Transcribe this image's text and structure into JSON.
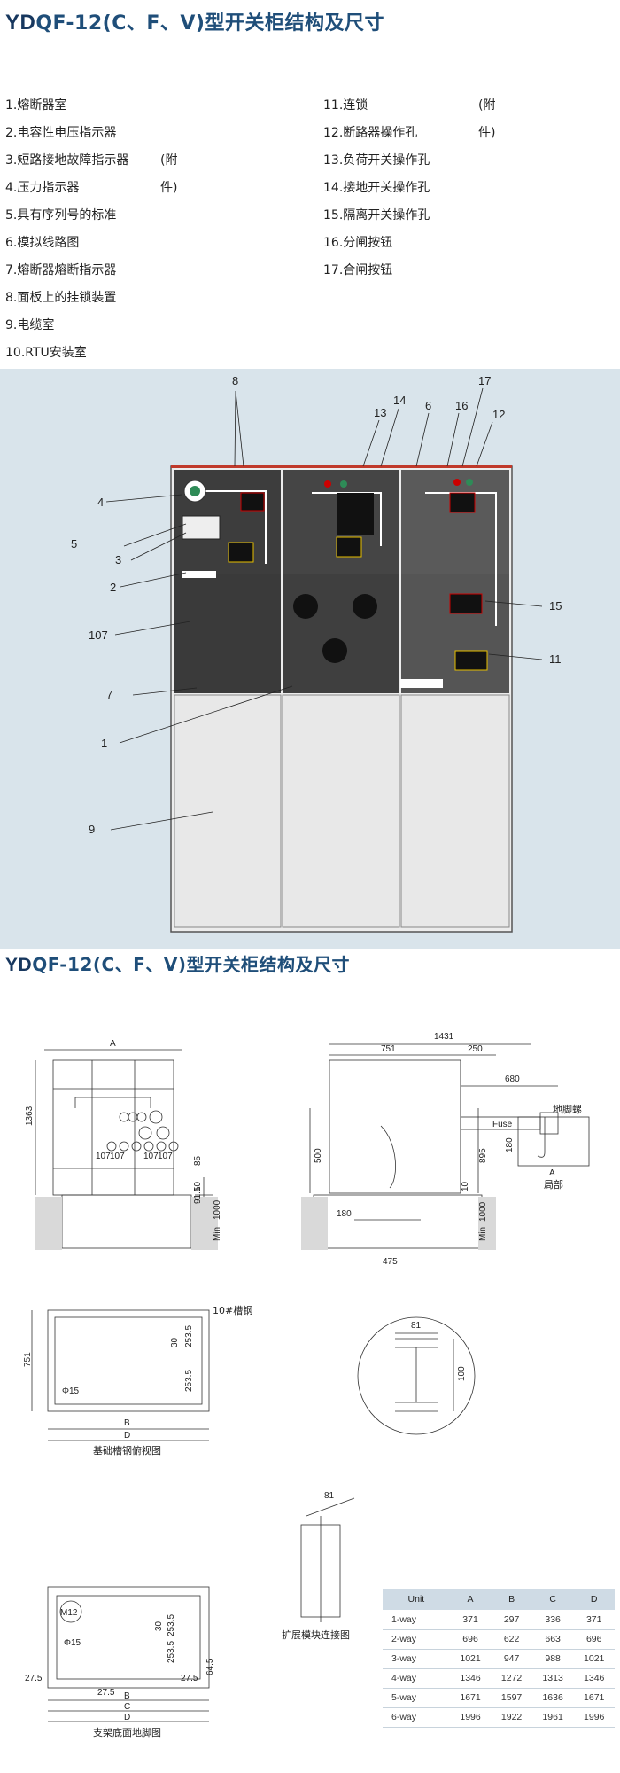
{
  "page": {
    "title_prefix": "YD",
    "title_rest": "QF-12(C、F、V)型开关柜结构及尺寸"
  },
  "legend": {
    "left": [
      "1.熔断器室",
      "2.电容性电压指示器",
      "3.短路接地故障指示器",
      "4.压力指示器",
      "5.具有序列号的标准",
      "6.模拟线路图",
      "7.熔断器熔断指示器",
      "8.面板上的挂锁装置",
      "9.电缆室",
      "10.RTU安装室"
    ],
    "left_extra": "(附件)",
    "right": [
      "11.连锁",
      "12.断路器操作孔",
      "13.负荷开关操作孔",
      "14.接地开关操作孔",
      "15.隔离开关操作孔",
      "16.分闸按钮",
      "17.合闸按钮"
    ],
    "right_extra": "(附件)"
  },
  "callouts": [
    "8",
    "14",
    "13",
    "6",
    "16",
    "17",
    "12",
    "4",
    "5",
    "3",
    "2",
    "107",
    "7",
    "1",
    "9",
    "15",
    "11"
  ],
  "drawings": {
    "front": {
      "A": "A",
      "d1363": "1363",
      "d107a": "107",
      "d107b": "107",
      "d107c": "107",
      "d107d": "107",
      "d85": "85",
      "d10": "10",
      "d915": "91.5",
      "min": "Min",
      "d1000": "1000"
    },
    "side": {
      "d1431": "1431",
      "d751": "751",
      "d250": "250",
      "d680": "680",
      "fuse": "Fuse",
      "d180": "180",
      "d500": "500",
      "d895": "895",
      "d10": "10",
      "min": "Min",
      "d1000": "1000",
      "d475": "475"
    },
    "detail": {
      "label": "地脚螺",
      "d180": "180",
      "A": "A",
      "caption": "局部"
    },
    "base_top": {
      "channel": "10#槽钢",
      "d751": "751",
      "d30": "30",
      "d2535a": "253.5",
      "d2535b": "253.5",
      "phi": "Φ15",
      "B": "B",
      "D": "D",
      "caption": "基础槽钢俯视图"
    },
    "ibeam": {
      "d81": "81",
      "d100": "100"
    },
    "ext": {
      "d81": "81",
      "caption": "扩展模块连接图"
    },
    "base_bottom": {
      "m12": "M12",
      "d30": "30",
      "phi": "Φ15",
      "d2535a": "253.5",
      "d2535b": "253.5",
      "d645": "64.5",
      "d275a": "27.5",
      "d275b": "27.5",
      "d275c": "27.5",
      "B": "B",
      "C": "C",
      "D": "D",
      "caption": "支架底面地脚图"
    }
  },
  "table": {
    "headers": [
      "Unit",
      "A",
      "B",
      "C",
      "D"
    ],
    "rows": [
      [
        "1-way",
        "371",
        "297",
        "336",
        "371"
      ],
      [
        "2-way",
        "696",
        "622",
        "663",
        "696"
      ],
      [
        "3-way",
        "1021",
        "947",
        "988",
        "1021"
      ],
      [
        "4-way",
        "1346",
        "1272",
        "1313",
        "1346"
      ],
      [
        "5-way",
        "1671",
        "1597",
        "1636",
        "1671"
      ],
      [
        "6-way",
        "1996",
        "1922",
        "1961",
        "1996"
      ]
    ]
  }
}
